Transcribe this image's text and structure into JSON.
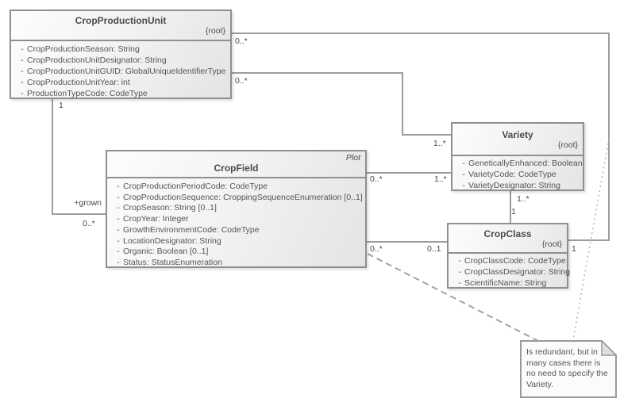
{
  "visibility_marker": "-",
  "colors": {
    "box_border": "#8f8f8f",
    "box_fill_light": "#fdfdfd",
    "box_fill_dark": "#e4e4e4",
    "connector_line": "#9c9c9c",
    "text": "#4f4f4f"
  },
  "classes": [
    {
      "name": "CropProductionUnit",
      "keyword": "{root}",
      "attributes": [
        "CropProductionSeason: String",
        "CropProductionUnitDesignator: String",
        "CropProductionUnitGUID: GlobalUniqueIdentifierType",
        "CropProductionUnitYear: int",
        "ProductionTypeCode: CodeType"
      ]
    },
    {
      "name": "CropField",
      "stereotype": "Plot",
      "attributes": [
        "CropProductionPeriodCode: CodeType",
        "CropProductionSequence: CroppingSequenceEnumeration [0..1]",
        "CropSeason: String [0..1]",
        "CropYear: Integer",
        "GrowthEnvironmentCode: CodeType",
        "LocationDesignator: String",
        "Organic: Boolean [0..1]",
        "Status: StatusEnumeration"
      ]
    },
    {
      "name": "Variety",
      "keyword": "{root}",
      "attributes": [
        "GeneticallyEnhanced: Boolean",
        "VarietyCode: CodeType",
        "VarietyDesignator: String"
      ]
    },
    {
      "name": "CropClass",
      "keyword": "{root}",
      "attributes": [
        "CropClassCode: CodeType",
        "CropClassDesignator: String",
        "ScientificName: String"
      ]
    }
  ],
  "connectors": {
    "cpu_cropclass": {
      "source_mult": "0..*",
      "target_mult": "1"
    },
    "cpu_variety": {
      "source_mult": "0..*",
      "target_mult": "1..*"
    },
    "cpu_cropfield": {
      "source_mult": "1",
      "target_role": "+grown",
      "target_mult": "0..*"
    },
    "cropfield_variety": {
      "source_mult": "0..*",
      "target_mult": "1..*"
    },
    "cropfield_cropclass": {
      "source_mult": "0..*",
      "target_mult": "0..1"
    },
    "variety_cropclass": {
      "source_mult": "1..*",
      "target_mult": "1"
    }
  },
  "note": {
    "text": "Is redundant, but in many cases there is no need to specify the Variety."
  }
}
